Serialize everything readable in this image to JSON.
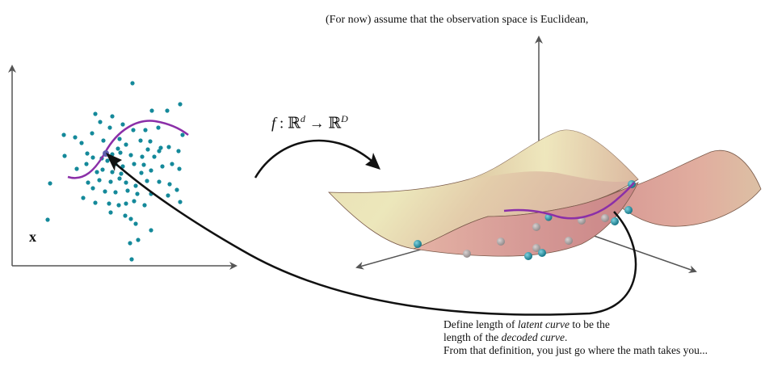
{
  "caption": "(For now) assume that the observation space is Euclidean,",
  "mapping": {
    "f": "f",
    "colon": ":",
    "domain": "ℝ",
    "domain_exp": "d",
    "arrow": "→",
    "codomain": "ℝ",
    "codomain_exp": "D"
  },
  "latent_label": "x",
  "note": {
    "line1_a": "Define length of ",
    "line1_em": "latent curve",
    "line1_b": " to be the",
    "line2_a": "length of the ",
    "line2_em": "decoded curve",
    "line2_b": ".",
    "line3": "From that definition, you just go where the math takes you..."
  },
  "colors": {
    "point": "#14899a",
    "curve": "#8b2fa8",
    "surface_top": "#e8dcae",
    "surface_under": "#d59494",
    "axis": "#555555"
  },
  "scatter_points": [
    [
      164,
      103
    ],
    [
      223,
      129
    ],
    [
      188,
      137
    ],
    [
      207,
      137
    ],
    [
      118,
      141
    ],
    [
      139,
      144
    ],
    [
      124,
      151
    ],
    [
      152,
      154
    ],
    [
      136,
      158
    ],
    [
      165,
      161
    ],
    [
      180,
      161
    ],
    [
      196,
      158
    ],
    [
      79,
      167
    ],
    [
      114,
      165
    ],
    [
      226,
      167
    ],
    [
      93,
      170
    ],
    [
      101,
      177
    ],
    [
      128,
      174
    ],
    [
      148,
      172
    ],
    [
      174,
      174
    ],
    [
      186,
      175
    ],
    [
      156,
      179
    ],
    [
      183,
      185
    ],
    [
      199,
      183
    ],
    [
      209,
      182
    ],
    [
      221,
      187
    ],
    [
      80,
      193
    ],
    [
      108,
      190
    ],
    [
      115,
      195
    ],
    [
      126,
      196
    ],
    [
      139,
      191
    ],
    [
      149,
      189
    ],
    [
      162,
      192
    ],
    [
      176,
      194
    ],
    [
      191,
      194
    ],
    [
      197,
      187
    ],
    [
      107,
      203
    ],
    [
      133,
      199
    ],
    [
      143,
      203
    ],
    [
      152,
      206
    ],
    [
      166,
      203
    ],
    [
      178,
      204
    ],
    [
      187,
      211
    ],
    [
      201,
      206
    ],
    [
      213,
      203
    ],
    [
      222,
      209
    ],
    [
      95,
      209
    ],
    [
      120,
      213
    ],
    [
      127,
      210
    ],
    [
      139,
      213
    ],
    [
      150,
      215
    ],
    [
      62,
      227
    ],
    [
      109,
      226
    ],
    [
      123,
      223
    ],
    [
      137,
      225
    ],
    [
      148,
      221
    ],
    [
      156,
      226
    ],
    [
      168,
      230
    ],
    [
      182,
      224
    ],
    [
      197,
      225
    ],
    [
      210,
      228
    ],
    [
      219,
      235
    ],
    [
      115,
      233
    ],
    [
      130,
      237
    ],
    [
      143,
      238
    ],
    [
      158,
      236
    ],
    [
      170,
      240
    ],
    [
      187,
      240
    ],
    [
      208,
      242
    ],
    [
      223,
      250
    ],
    [
      118,
      251
    ],
    [
      135,
      252
    ],
    [
      147,
      254
    ],
    [
      156,
      252
    ],
    [
      166,
      249
    ],
    [
      179,
      254
    ],
    [
      137,
      263
    ],
    [
      155,
      267
    ],
    [
      162,
      271
    ],
    [
      168,
      277
    ],
    [
      187,
      285
    ],
    [
      171,
      297
    ],
    [
      161,
      301
    ],
    [
      132,
      191
    ],
    [
      146,
      184
    ],
    [
      175,
      214
    ],
    [
      103,
      245
    ],
    [
      59,
      272
    ],
    [
      163,
      321
    ]
  ]
}
